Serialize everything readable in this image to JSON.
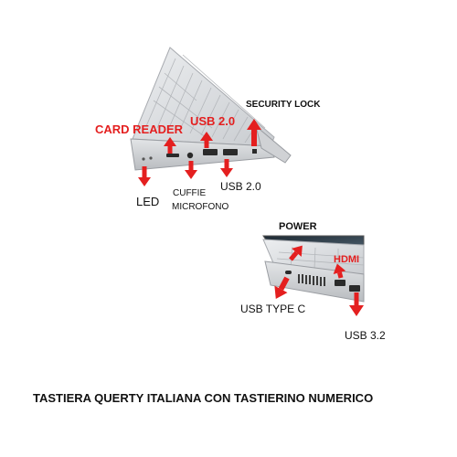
{
  "labels": {
    "card_reader": "CARD READER",
    "usb_20_top": "USB 2.0",
    "security_lock": "SECURITY LOCK",
    "led": "LED",
    "cuffie": "CUFFIE",
    "microfono": "MICROFONO",
    "usb_20_bottom": "USB 2.0",
    "power": "POWER",
    "hdmi": "HDMI",
    "usb_type_c": "USB TYPE C",
    "usb_32": "USB 3.2"
  },
  "caption": "TASTIERA QUERTY ITALIANA CON TASTIERINO NUMERICO",
  "colors": {
    "accent_red": "#e41f1f",
    "laptop_silver": "#d7d8da",
    "laptop_edge": "#9a9da2",
    "port_dark": "#2a2a2a",
    "screen_dark": "#2c3a44"
  }
}
